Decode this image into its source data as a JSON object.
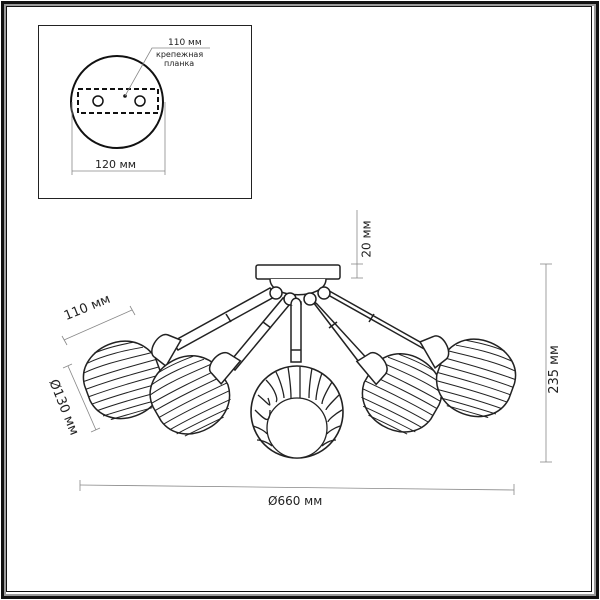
{
  "diagram": {
    "subject": "ceiling-chandelier-dimensions",
    "line_color": "#222222",
    "dimension_line_color": "#888888",
    "mount_inset": {
      "bracket_length": "110 мм",
      "bracket_label_line1": "крепежная",
      "bracket_label_line2": "планка",
      "base_diameter": "120 мм"
    },
    "dimensions": {
      "canopy_height": "20 мм",
      "arm_length": "110 мм",
      "shade_diameter": "Ø130 мм",
      "total_height": "235 мм",
      "total_diameter": "Ø660 мм"
    },
    "shade_count": 5
  }
}
